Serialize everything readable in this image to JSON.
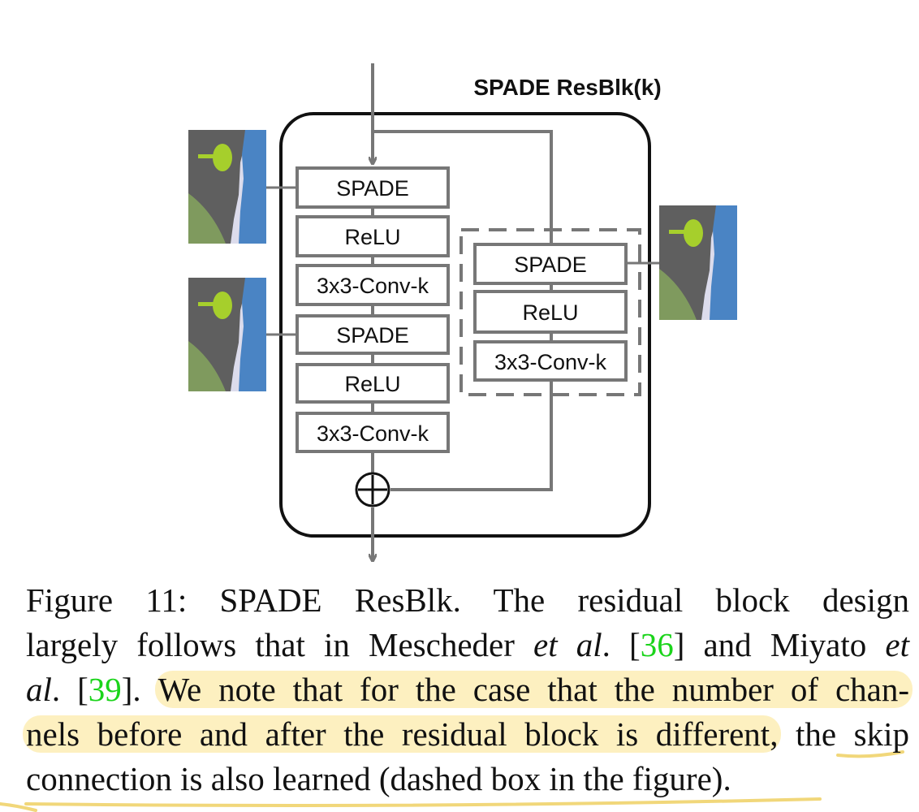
{
  "figure": {
    "block_title": "SPADE ResBlk(k)",
    "main_branch": [
      "SPADE",
      "ReLU",
      "3x3-Conv-k",
      "SPADE",
      "ReLU",
      "3x3-Conv-k"
    ],
    "skip_branch": [
      "SPADE",
      "ReLU",
      "3x3-Conv-k"
    ],
    "add_symbol": "⊕",
    "colors": {
      "line": "#777777",
      "frame": "#111111",
      "map_background": "#dcdcec",
      "map_road": "#5f5f5f",
      "map_water": "#4a84c4",
      "map_grass": "#7f9a5e",
      "map_tree": "#a6cf2c",
      "highlight": "#fdf0c0",
      "citation": "#1bd41b"
    }
  },
  "caption": {
    "l1": "Figure 11: SPADE ResBlk. The residual block design",
    "l2a": "largely follows that in Mescheder ",
    "l2_etal": "et al",
    "l2b": ". [",
    "l2_ref1": "36",
    "l2c": "] and Miyato ",
    "l2_et": "et",
    "l3_al": "al",
    "l3a": ". [",
    "l3_ref2": "39",
    "l3b": "]. ",
    "l3_hl": "We note that for the case that the number of chan-",
    "l4_hl": "nels before and after the residual block is different,",
    "l4_rest": " the skip",
    "l5": "connection is also learned (dashed box in the figure)."
  }
}
